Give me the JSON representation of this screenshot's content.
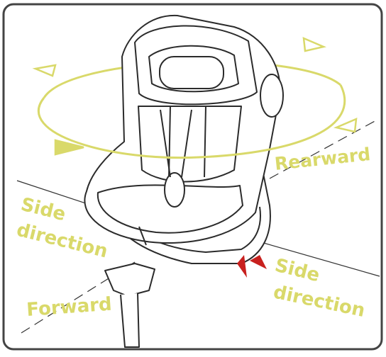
{
  "labels": {
    "rearward": "Rearward",
    "side_left_line1": "Side",
    "side_left_line2": "direction",
    "side_right_line1": "Side",
    "side_right_line2": "direction",
    "forward": "Forward"
  },
  "colors": {
    "label": "#d9d96a",
    "line_art": "#2b2b2b",
    "red_marker": "#c8201e",
    "frame": "#444444",
    "background": "#ffffff"
  },
  "icons": {
    "rotation": "rotation-ellipse-arrows-icon",
    "indicator": "red-chevron-indicator-icon"
  }
}
